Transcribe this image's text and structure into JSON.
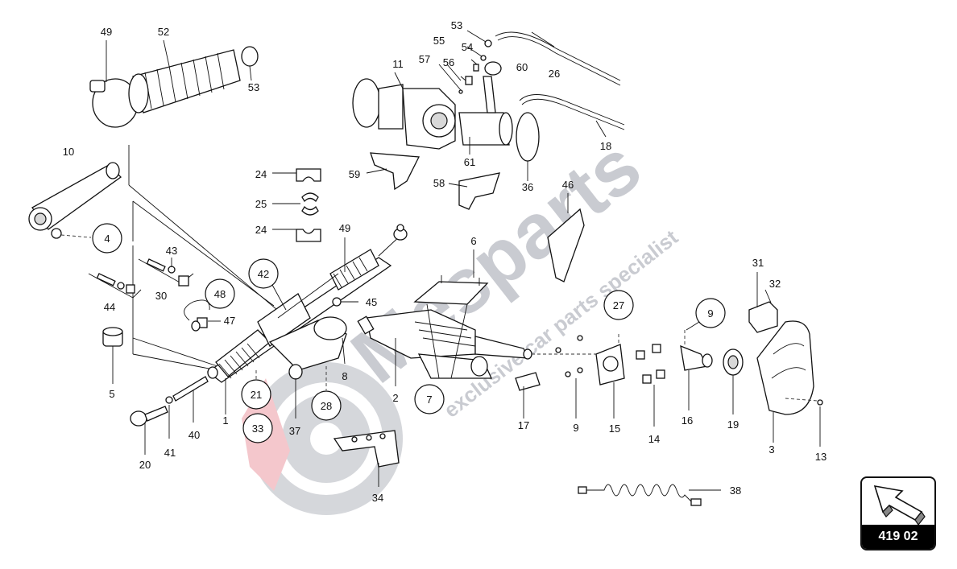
{
  "watermark": {
    "brand": "Mesparts",
    "tagline": "exclusive car parts specialist"
  },
  "reference_box": {
    "code": "419 02",
    "icon": "arrow-icon"
  },
  "callouts": [
    {
      "id": "c1",
      "text": "1",
      "circled": false
    },
    {
      "id": "c2",
      "text": "2",
      "circled": false
    },
    {
      "id": "c3",
      "text": "3",
      "circled": false
    },
    {
      "id": "c4",
      "text": "4",
      "circled": true
    },
    {
      "id": "c5",
      "text": "5",
      "circled": false
    },
    {
      "id": "c6",
      "text": "6",
      "circled": false
    },
    {
      "id": "c7",
      "text": "7",
      "circled": true
    },
    {
      "id": "c8",
      "text": "8",
      "circled": false
    },
    {
      "id": "c9a",
      "text": "9",
      "circled": false
    },
    {
      "id": "c9b",
      "text": "9",
      "circled": true
    },
    {
      "id": "c10",
      "text": "10",
      "circled": false
    },
    {
      "id": "c11",
      "text": "11",
      "circled": false
    },
    {
      "id": "c13",
      "text": "13",
      "circled": false
    },
    {
      "id": "c14",
      "text": "14",
      "circled": false
    },
    {
      "id": "c15",
      "text": "15",
      "circled": false
    },
    {
      "id": "c16",
      "text": "16",
      "circled": false
    },
    {
      "id": "c17",
      "text": "17",
      "circled": false
    },
    {
      "id": "c18",
      "text": "18",
      "circled": false
    },
    {
      "id": "c19",
      "text": "19",
      "circled": false
    },
    {
      "id": "c20",
      "text": "20",
      "circled": false
    },
    {
      "id": "c21",
      "text": "21",
      "circled": true
    },
    {
      "id": "c24a",
      "text": "24",
      "circled": false
    },
    {
      "id": "c24b",
      "text": "24",
      "circled": false
    },
    {
      "id": "c25",
      "text": "25",
      "circled": false
    },
    {
      "id": "c26",
      "text": "26",
      "circled": false
    },
    {
      "id": "c27",
      "text": "27",
      "circled": true
    },
    {
      "id": "c28",
      "text": "28",
      "circled": true
    },
    {
      "id": "c30",
      "text": "30",
      "circled": false
    },
    {
      "id": "c31",
      "text": "31",
      "circled": false
    },
    {
      "id": "c32",
      "text": "32",
      "circled": false
    },
    {
      "id": "c33",
      "text": "33",
      "circled": true
    },
    {
      "id": "c34",
      "text": "34",
      "circled": false
    },
    {
      "id": "c36",
      "text": "36",
      "circled": false
    },
    {
      "id": "c37",
      "text": "37",
      "circled": false
    },
    {
      "id": "c38",
      "text": "38",
      "circled": false
    },
    {
      "id": "c40",
      "text": "40",
      "circled": false
    },
    {
      "id": "c41",
      "text": "41",
      "circled": false
    },
    {
      "id": "c42",
      "text": "42",
      "circled": true
    },
    {
      "id": "c43",
      "text": "43",
      "circled": false
    },
    {
      "id": "c44",
      "text": "44",
      "circled": false
    },
    {
      "id": "c45",
      "text": "45",
      "circled": false
    },
    {
      "id": "c46",
      "text": "46",
      "circled": false
    },
    {
      "id": "c47",
      "text": "47",
      "circled": false
    },
    {
      "id": "c48",
      "text": "48",
      "circled": true
    },
    {
      "id": "c49a",
      "text": "49",
      "circled": false
    },
    {
      "id": "c49b",
      "text": "49",
      "circled": false
    },
    {
      "id": "c52",
      "text": "52",
      "circled": false
    },
    {
      "id": "c53a",
      "text": "53",
      "circled": false
    },
    {
      "id": "c53b",
      "text": "53",
      "circled": false
    },
    {
      "id": "c54",
      "text": "54",
      "circled": false
    },
    {
      "id": "c55",
      "text": "55",
      "circled": false
    },
    {
      "id": "c56",
      "text": "56",
      "circled": false
    },
    {
      "id": "c57",
      "text": "57",
      "circled": false
    },
    {
      "id": "c58",
      "text": "58",
      "circled": false
    },
    {
      "id": "c59",
      "text": "59",
      "circled": false
    },
    {
      "id": "c60",
      "text": "60",
      "circled": false
    },
    {
      "id": "c61",
      "text": "61",
      "circled": false
    }
  ]
}
